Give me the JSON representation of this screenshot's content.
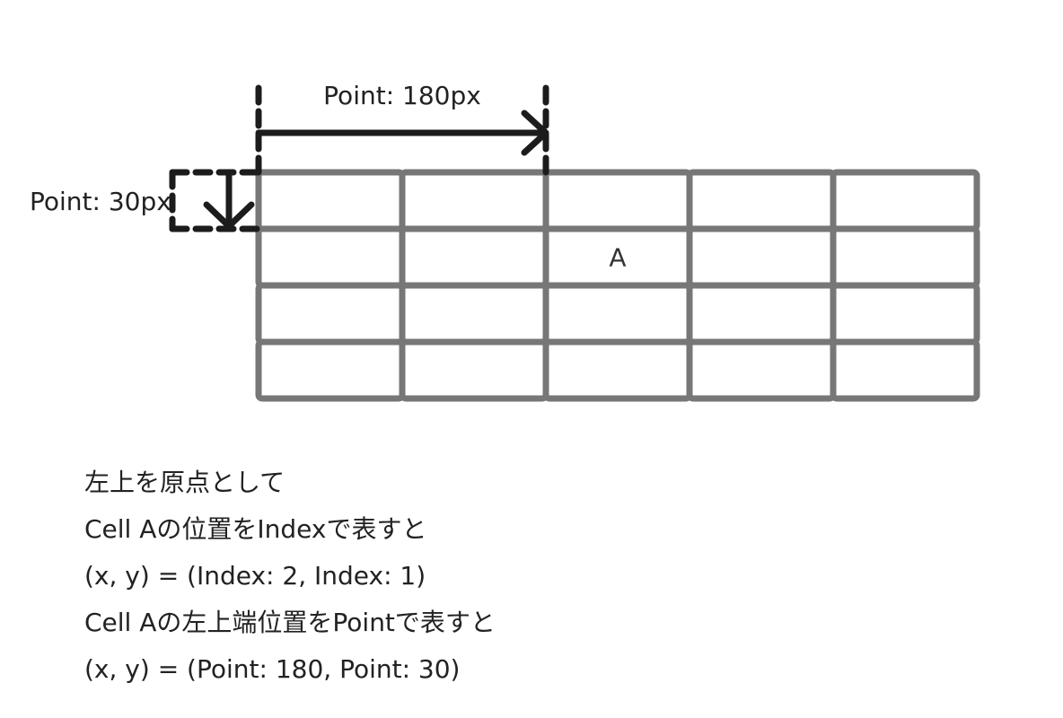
{
  "diagram": {
    "grid": {
      "rows": 4,
      "columns": 5,
      "cell_labels": [
        {
          "row": 1,
          "column": 2,
          "label": "A"
        }
      ]
    },
    "horizontal_measure": {
      "label": "Point: 180px"
    },
    "vertical_measure": {
      "label": "Point: 30px"
    },
    "colors": {
      "grid_stroke": "#777777",
      "measure_stroke": "#1c1c1c",
      "background": "#ffffff"
    }
  },
  "explanation": {
    "lines": [
      "左上を原点として",
      "Cell Aの位置をIndexで表すと",
      "(x, y) = (Index: 2, Index: 1)",
      "Cell Aの左上端位置をPointで表すと",
      "(x, y) = (Point: 180, Point: 30)"
    ]
  }
}
